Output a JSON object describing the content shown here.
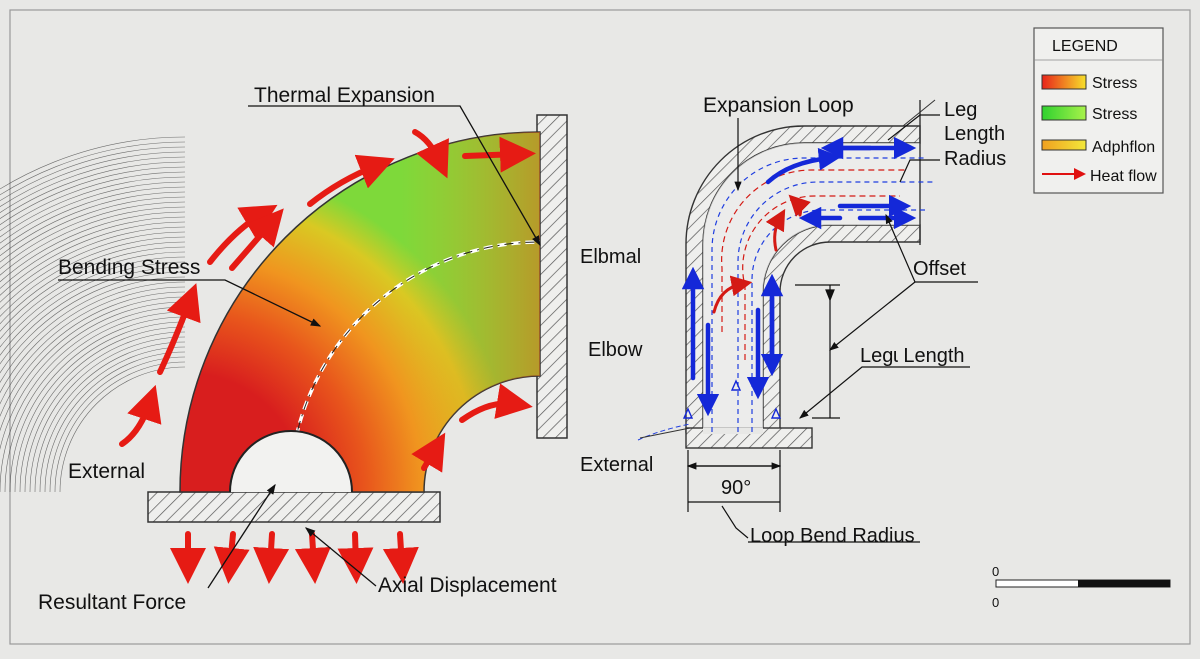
{
  "labels": {
    "thermal_expansion": "Thermal Expansion",
    "bending_stress": "Bending Stress",
    "external_left": "External",
    "resultant_force": "Resultant Force",
    "axial_displacement": "Axial Displacement",
    "expansion_loop": "Expansion Loop",
    "leg": "Leg",
    "length": "Length",
    "radius": "Radius",
    "elbmal": "Elbmal",
    "elbow": "Elbow",
    "offset": "Offset",
    "leg_length": "Legɩ Length",
    "external_right": "External",
    "angle": "90°",
    "loop_bend_radius": "Loop Bend Radius"
  },
  "legend": {
    "title": "LEGEND",
    "items": [
      {
        "label": "Stress",
        "swatch": "stress-gradient",
        "colors": [
          "#e8231a",
          "#f7e02a"
        ]
      },
      {
        "label": "Stress",
        "swatch": "stress-green",
        "colors": [
          "#2fd12f",
          "#a8f24a"
        ]
      },
      {
        "label": "Adphflon",
        "swatch": "adphflon-gradient",
        "colors": [
          "#f0a020",
          "#f2e83a"
        ]
      },
      {
        "label": "Heat flow",
        "swatch": "heat-flow-arrow",
        "colors": [
          "#e01010"
        ]
      }
    ]
  },
  "scale_bar": {
    "top_label": "0",
    "bottom_label": "0"
  },
  "colors": {
    "heat_arrow": "#e61b14",
    "flow_arrow": "#1428d8",
    "hatch": "#555555",
    "background": "#e8e8e6"
  }
}
